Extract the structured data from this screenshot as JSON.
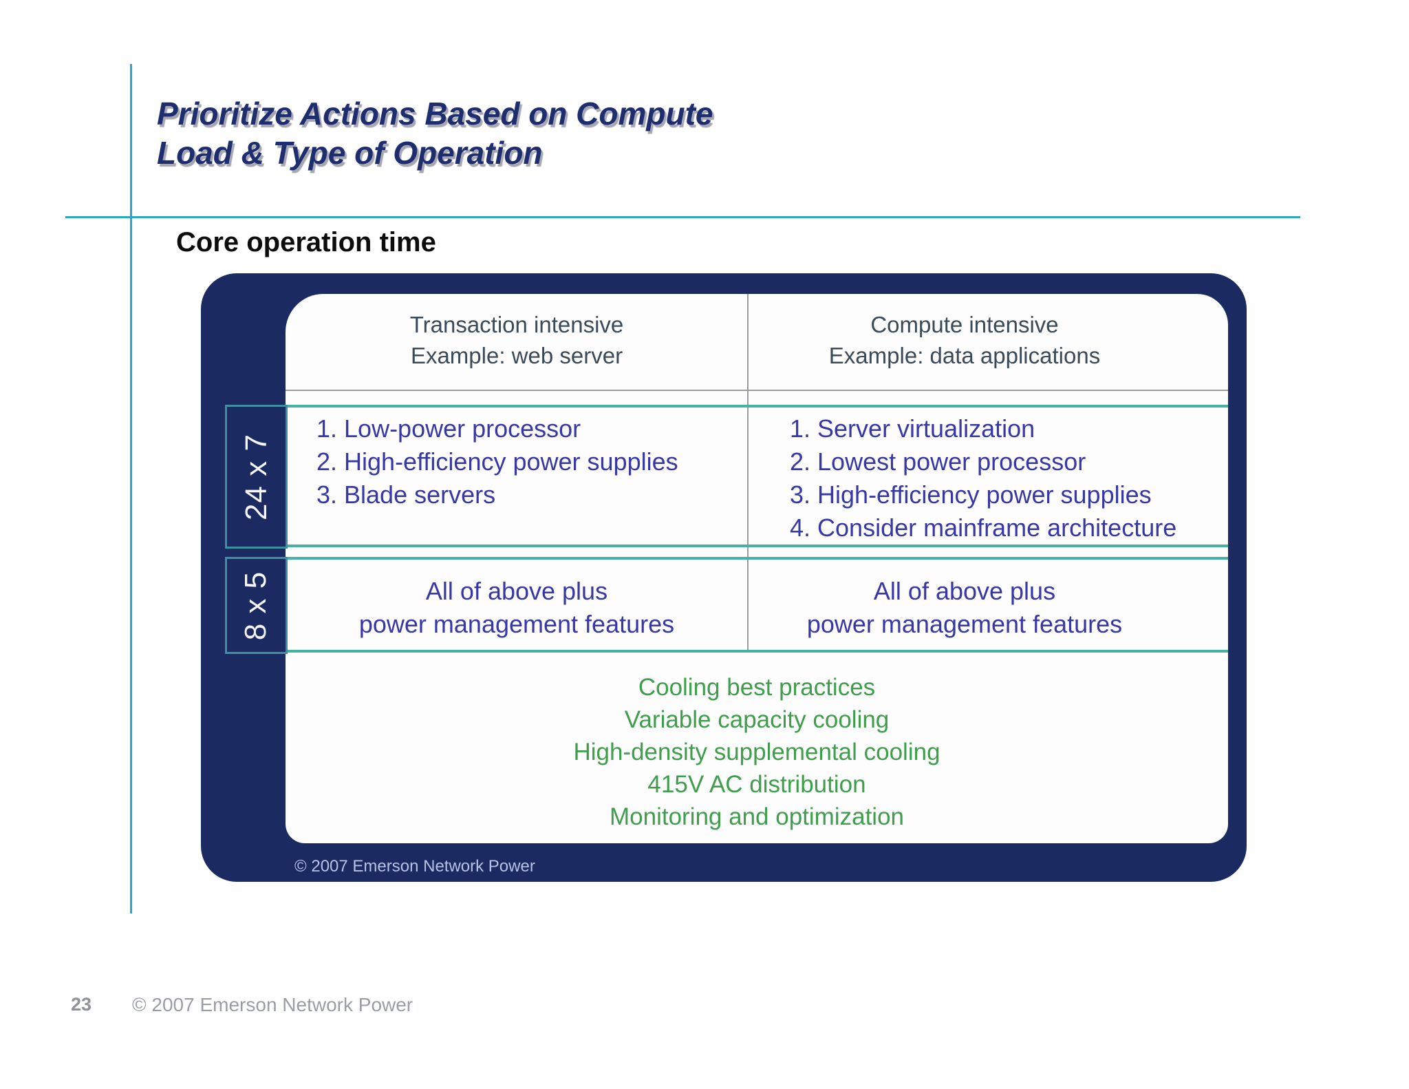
{
  "title": {
    "line1": "Prioritize Actions Based on Compute",
    "line2": "Load & Type of Operation"
  },
  "section_label": "Core operation time",
  "matrix": {
    "columns": [
      {
        "title": "Transaction intensive",
        "subtitle": "Example: web server"
      },
      {
        "title": "Compute intensive",
        "subtitle": "Example: data applications"
      }
    ],
    "rows": [
      {
        "label": "24 x 7",
        "transaction_actions": [
          "1. Low-power processor",
          "2. High-efficiency power supplies",
          "3. Blade servers"
        ],
        "compute_actions": [
          "1. Server virtualization",
          "2. Lowest power processor",
          "3. High-efficiency power supplies",
          "4. Consider mainframe architecture"
        ]
      },
      {
        "label": "8 x 5",
        "transaction_actions": [
          "All of above plus",
          "power management features"
        ],
        "compute_actions": [
          "All of above plus",
          "power management features"
        ]
      }
    ],
    "common_actions": [
      "Cooling best practices",
      "Variable capacity cooling",
      "High-density supplemental cooling",
      "415V AC distribution",
      "Monitoring and optimization"
    ],
    "copyright": "© 2007 Emerson Network Power"
  },
  "footer": {
    "page_number": "23",
    "copyright": "© 2007 Emerson Network Power"
  },
  "colors": {
    "navy": "#1c2a62",
    "teal_line": "#46b2a4",
    "label_border": "#3f8fa3",
    "action_text_blue": "#3737a6",
    "common_text_green": "#3f9e4c",
    "header_text": "#3b4a58",
    "decor_cyan": "#2ba6c6",
    "title_navy": "#1e2d6e"
  }
}
